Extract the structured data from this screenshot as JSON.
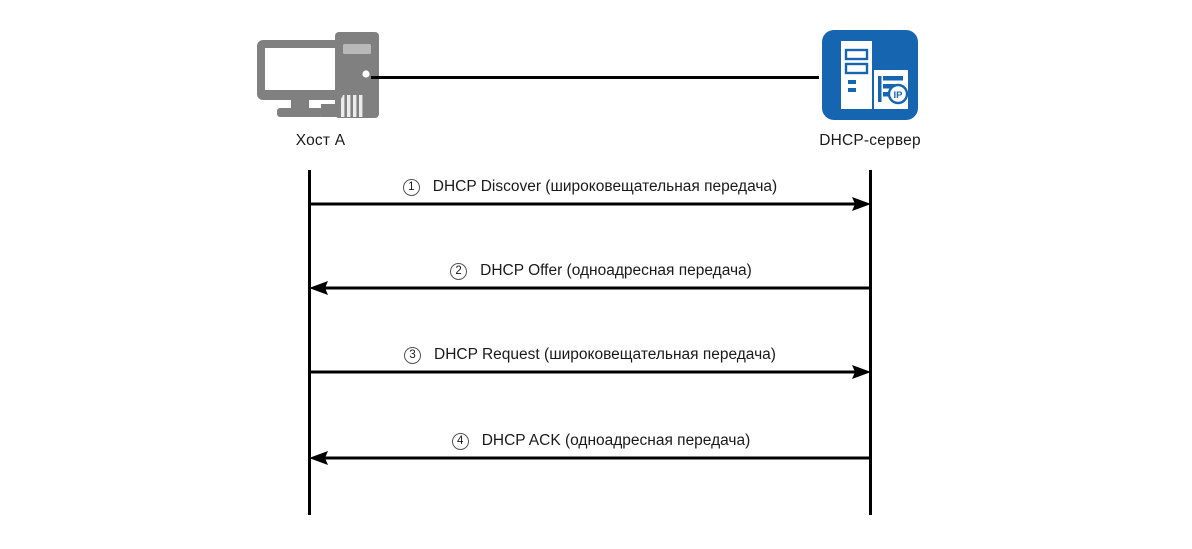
{
  "diagram": {
    "title": "DHCP interaction sequence",
    "colors": {
      "host_icon": "#808080",
      "server_icon": "#1565b0",
      "line": "#000000",
      "text": "#1a1a1a",
      "background": "#ffffff"
    },
    "nodes": [
      {
        "id": "host",
        "caption": "Хост А",
        "icon": "desktop-computer-icon"
      },
      {
        "id": "server",
        "caption": "DHCP-сервер",
        "icon": "dhcp-server-icon"
      }
    ],
    "link": {
      "name": "host-server-link"
    },
    "messages": [
      {
        "number": "1",
        "text": "DHCP Discover (широковещательная передача)",
        "direction": "right",
        "from": "host",
        "to": "server"
      },
      {
        "number": "2",
        "text": "DHCP Offer (одноадресная передача)",
        "direction": "left",
        "from": "server",
        "to": "host"
      },
      {
        "number": "3",
        "text": "DHCP Request (широковещательная передача)",
        "direction": "right",
        "from": "host",
        "to": "server"
      },
      {
        "number": "4",
        "text": "DHCP ACK (одноадресная передача)",
        "direction": "left",
        "from": "server",
        "to": "host"
      }
    ]
  }
}
